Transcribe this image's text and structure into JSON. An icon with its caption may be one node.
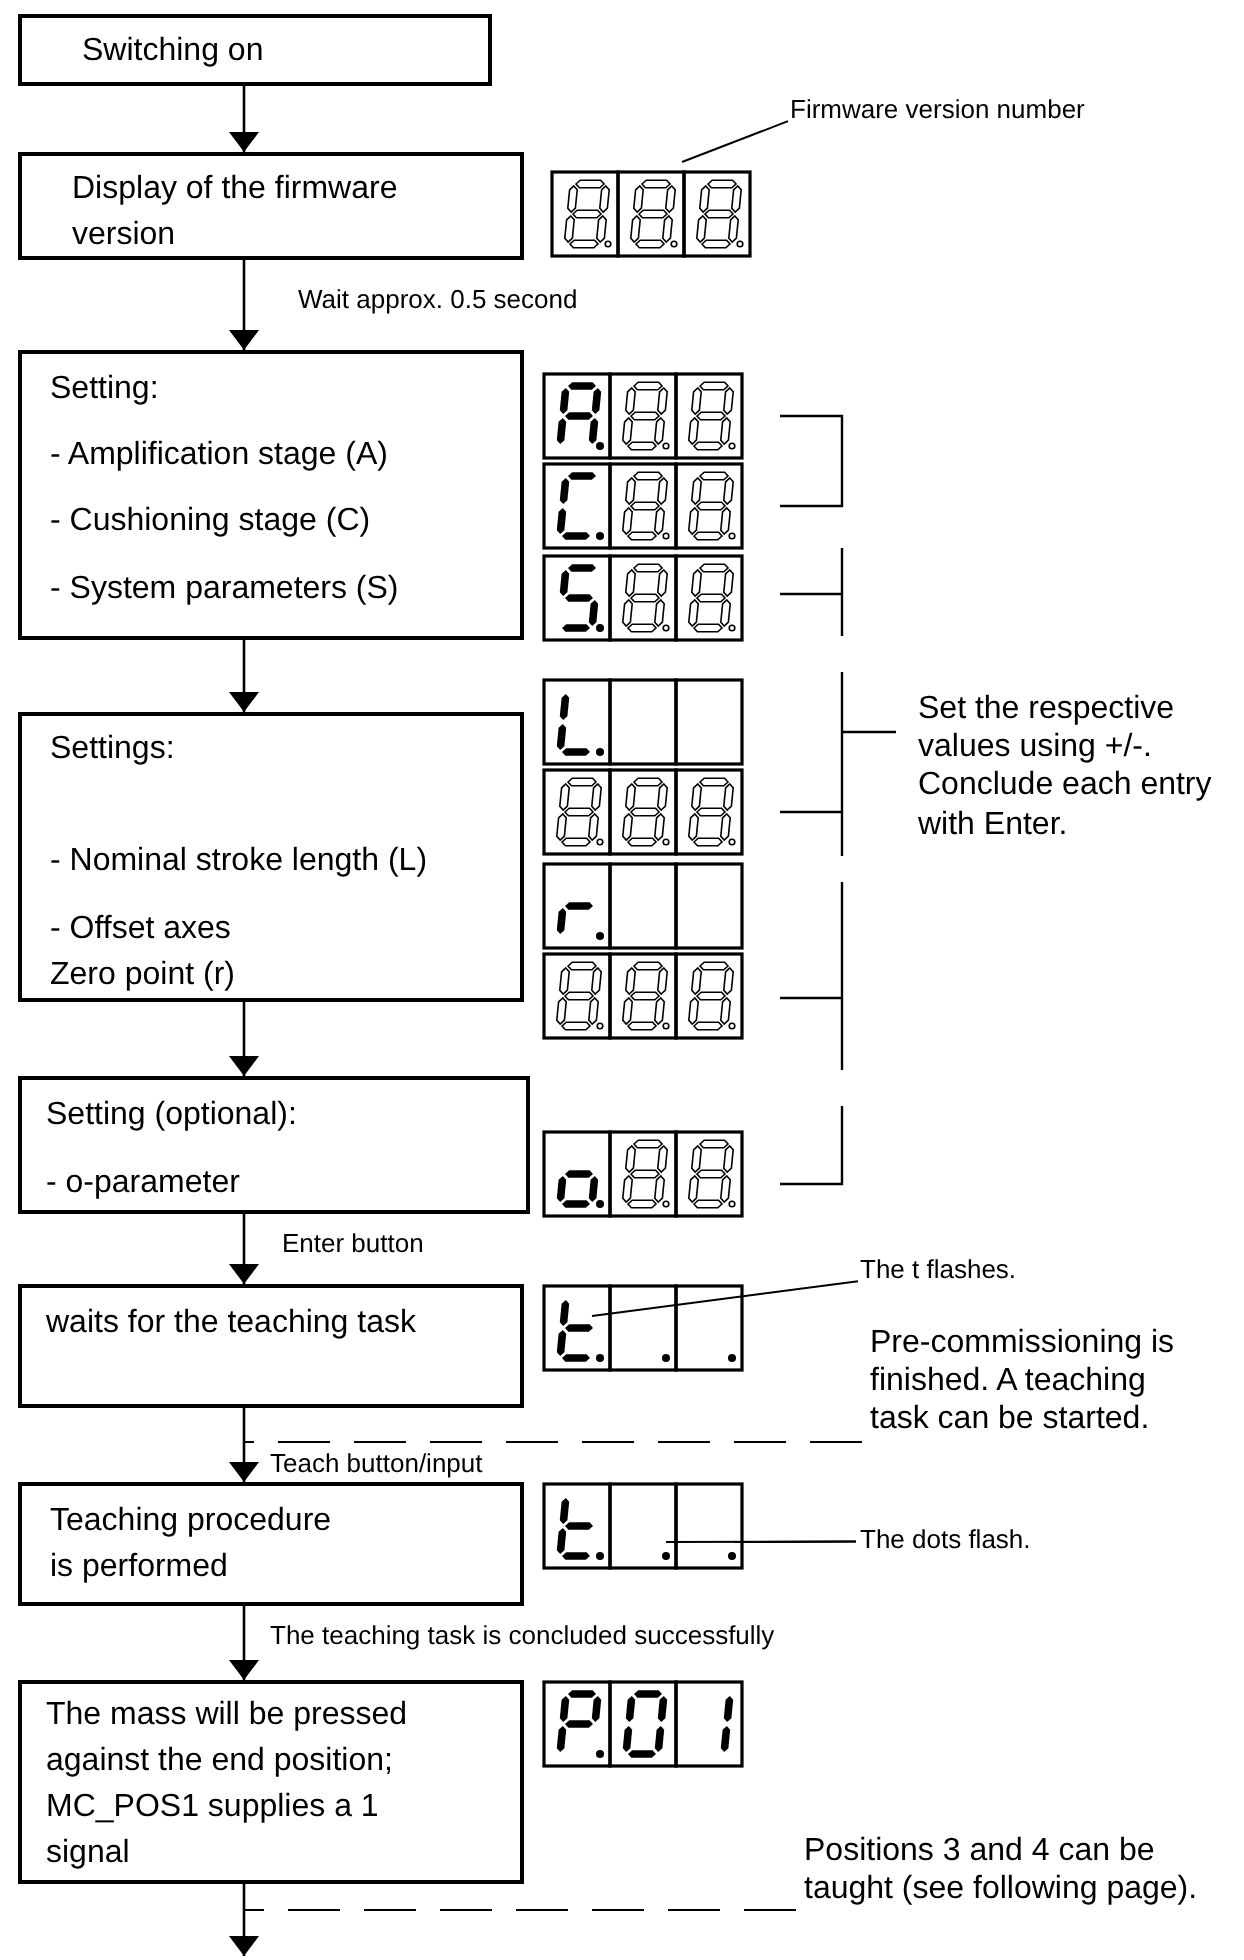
{
  "diagram": {
    "nodes": [
      {
        "text": [
          "Switching on"
        ]
      },
      {
        "text": [
          "Display of the firmware version"
        ]
      },
      {
        "text": [
          "Setting:",
          "- Amplification stage (A)",
          "- Cushioning stage (C)",
          "- System parameters (S)"
        ]
      },
      {
        "text": [
          "Settings:",
          "- Nominal stroke length (L)",
          "- Offset axes Zero point (r)"
        ]
      },
      {
        "text": [
          "Setting (optional):",
          "- o-parameter"
        ]
      },
      {
        "text": [
          "waits for the teaching task"
        ]
      },
      {
        "text": [
          "Teaching procedure is performed"
        ]
      },
      {
        "text": [
          "The mass will be pressed against the end position; MC_POS1 supplies a 1 signal"
        ]
      },
      {
        "text": [
          "Firmware version number"
        ]
      },
      {
        "text": [
          "The t flashes."
        ]
      },
      {
        "text": [
          "Pre-commissioning is finished. A teaching task can be started."
        ]
      },
      {
        "text": [
          "The dots flash."
        ]
      },
      {
        "text": [
          "Positions 3 and 4 can be taught (see following page)."
        ]
      }
    ],
    "edges": [
      {
        "from": 0,
        "to": 1,
        "arrow": "to"
      },
      {
        "from": 1,
        "to": 2,
        "arrow": "to",
        "label": "Wait approx. 0.5 second"
      },
      {
        "from": 2,
        "to": 3,
        "arrow": "to"
      },
      {
        "from": 3,
        "to": 4,
        "arrow": "to"
      },
      {
        "from": 4,
        "to": 5,
        "arrow": "to",
        "label": "Enter button"
      },
      {
        "from": 5,
        "to": 6,
        "arrow": "to",
        "label": "Teach button/input"
      },
      {
        "from": 6,
        "to": 7,
        "arrow": "to",
        "label": "The teaching task is concluded successfully"
      },
      {
        "from": 7,
        "to": null,
        "arrow": "to"
      },
      {
        "from": 8,
        "to": null,
        "arrow": "none"
      },
      {
        "from": 9,
        "to": null,
        "arrow": "none"
      },
      {
        "from": 10,
        "to": null,
        "arrow": "none",
        "style": "dashed"
      },
      {
        "from": 11,
        "to": null,
        "arrow": "none"
      },
      {
        "from": 11,
        "to": null,
        "arrow": "none"
      },
      {
        "from": 12,
        "to": null,
        "arrow": "none",
        "style": "dashed"
      }
    ],
    "labels": [
      "Set the respective values using +/-. Conclude each entry with Enter."
    ]
  }
}
